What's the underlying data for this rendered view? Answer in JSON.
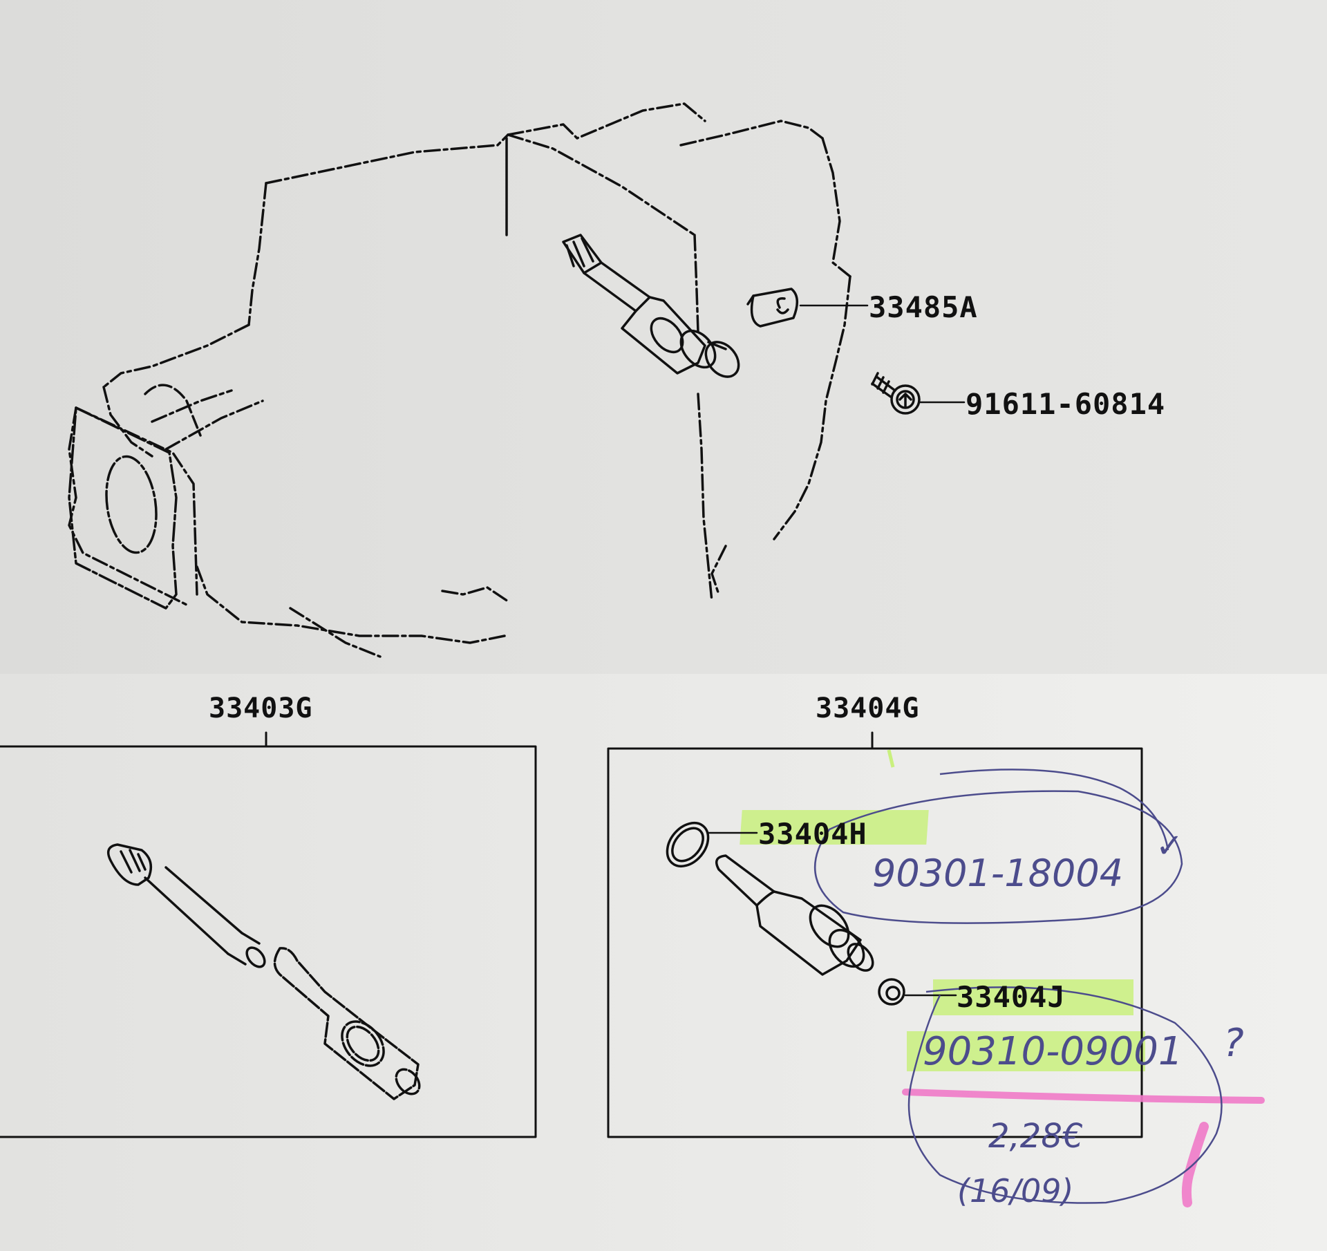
{
  "diagram": {
    "type": "parts-catalog-exploded-view",
    "subject": "transmission speedometer driven gear assembly",
    "colors": {
      "paper_top": "#e0e0de",
      "paper_bottom": "#ececea",
      "line_art": "#111111",
      "highlighter_green": "#c9f07e",
      "highlighter_pink": "#f07ac8",
      "pen_ink": "#4c4c8c"
    },
    "callouts": [
      {
        "id": "gasket",
        "label": "33485A",
        "points_to": "plate-gasket"
      },
      {
        "id": "bolt",
        "label": "91611-60814",
        "points_to": "flange-bolt"
      }
    ],
    "groups": [
      {
        "label": "33403G",
        "contents": [
          "driven-gear-shaft",
          "sleeve"
        ],
        "callouts": []
      },
      {
        "label": "33404G",
        "contents": [
          "o-ring",
          "sleeve-with-gear",
          "oil-seal"
        ],
        "callouts": [
          {
            "id": "oring",
            "label": "33404H",
            "highlighted": true
          },
          {
            "id": "seal",
            "label": "33404J",
            "highlighted": true
          }
        ]
      }
    ],
    "handwritten_notes": [
      {
        "id": "note-oring",
        "text": "90301-18004",
        "suffix": "✓",
        "circled": true,
        "near": "33404H"
      },
      {
        "id": "note-seal",
        "text": "90310-09001",
        "suffix": "?",
        "highlighted": true,
        "circled": true,
        "near": "33404J"
      },
      {
        "id": "note-price",
        "text": "2,28€"
      },
      {
        "id": "note-date",
        "text": "(16/09)"
      }
    ]
  }
}
